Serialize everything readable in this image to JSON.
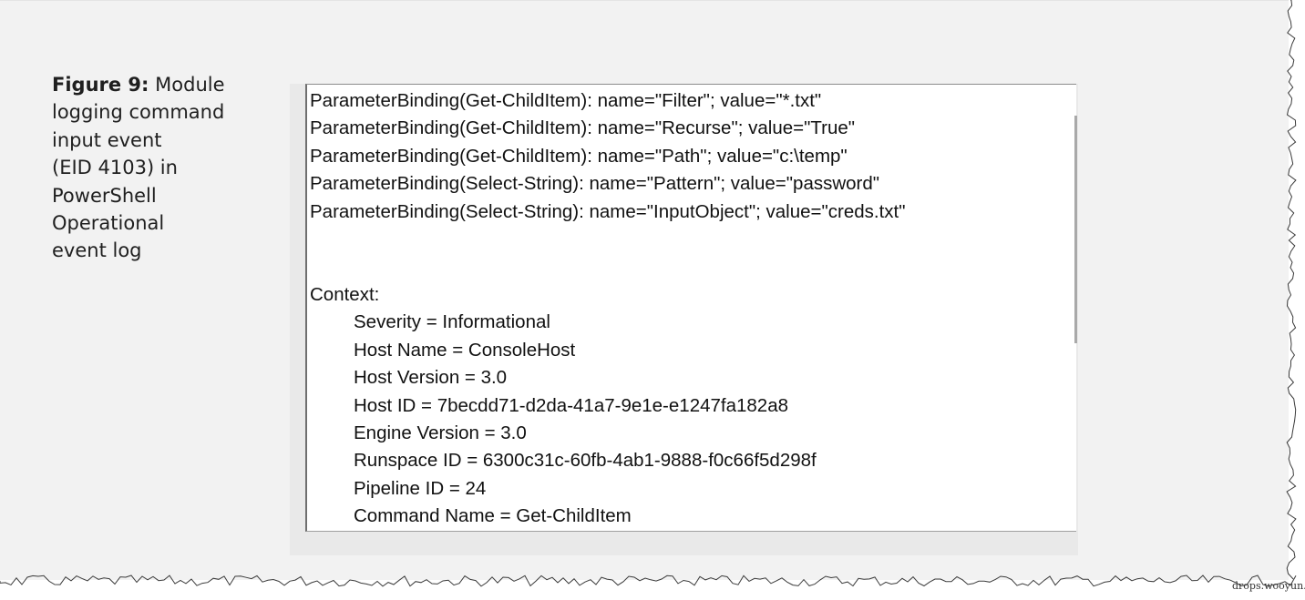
{
  "figure": {
    "label": "Figure 9:",
    "caption_lines": [
      "Module",
      "logging command",
      "input event",
      "(EID 4103) in",
      "PowerShell",
      "Operational",
      "event log"
    ]
  },
  "log": {
    "parameter_bindings": [
      "ParameterBinding(Get-ChildItem): name=\"Filter\"; value=\"*.txt\"",
      "ParameterBinding(Get-ChildItem): name=\"Recurse\"; value=\"True\"",
      "ParameterBinding(Get-ChildItem): name=\"Path\"; value=\"c:\\temp\"",
      "ParameterBinding(Select-String): name=\"Pattern\"; value=\"password\"",
      "ParameterBinding(Select-String): name=\"InputObject\"; value=\"creds.txt\""
    ],
    "context_header": "Context:",
    "context_fields": [
      "Severity = Informational",
      "Host Name = ConsoleHost",
      "Host Version = 3.0",
      "Host ID = 7becdd71-d2da-41a7-9e1e-e1247fa182a8",
      "Engine Version = 3.0",
      "Runspace ID = 6300c31c-60fb-4ab1-9888-f0c66f5d298f",
      "Pipeline ID = 24",
      "Command Name = Get-ChildItem"
    ]
  },
  "watermark": "drops.wooyun.org"
}
